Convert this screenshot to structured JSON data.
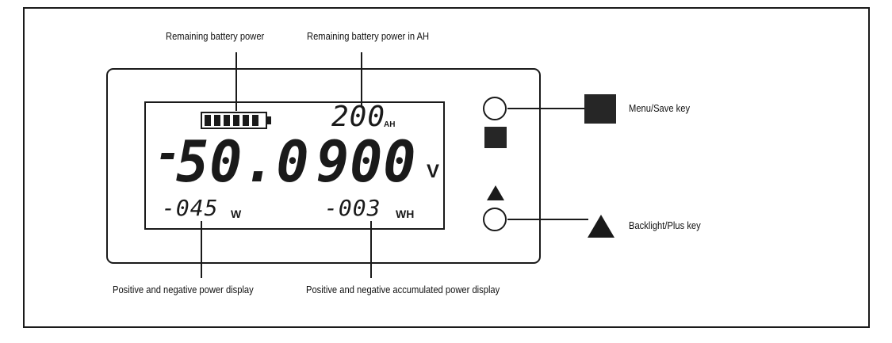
{
  "callouts": {
    "battery_power": "Remaining battery power",
    "battery_ah": "Remaining battery power in AH",
    "menu_key": "Menu/Save key",
    "backlight_key": "Backlight/Plus key",
    "power_display": "Positive and negative power display",
    "accumulated_display": "Positive and negative accumulated power display"
  },
  "lcd": {
    "ah_value": "200",
    "ah_unit": "AH",
    "current_sign": "-",
    "current_value": "50.0",
    "voltage_value": "900",
    "voltage_unit": "V",
    "power_value": "-045",
    "power_unit": "W",
    "energy_value": "-003",
    "energy_unit": "WH",
    "battery_level": 1.0
  },
  "icons": [
    "battery-icon",
    "circle-key-icon",
    "square-icon",
    "triangle-icon"
  ],
  "colors": {
    "ink": "#1a1a1a",
    "background": "#ffffff"
  }
}
